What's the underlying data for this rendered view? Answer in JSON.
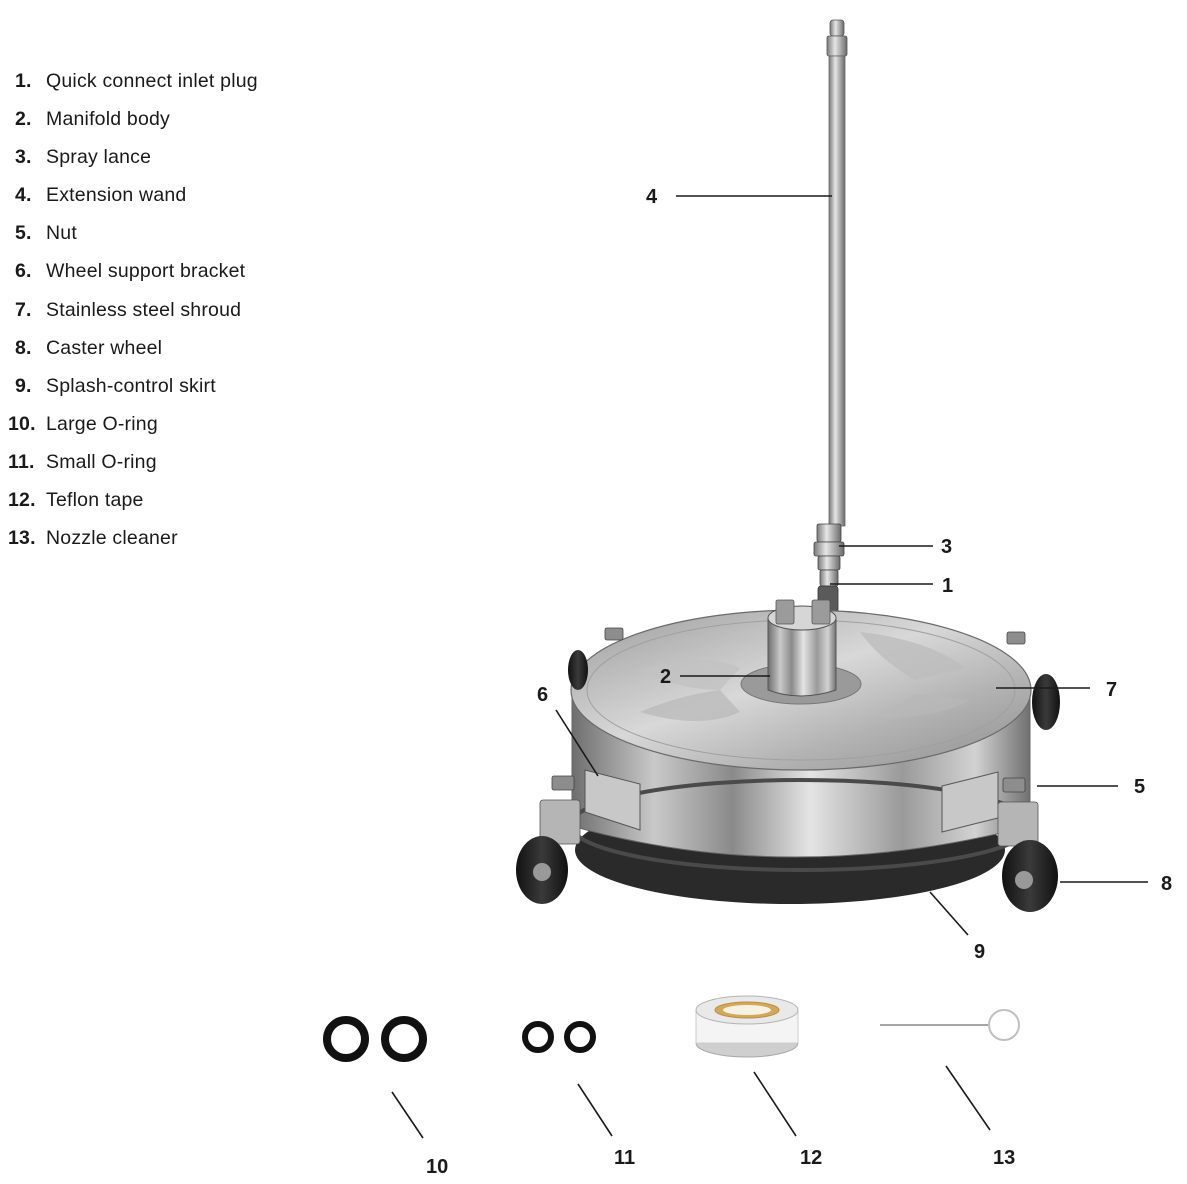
{
  "parts": [
    {
      "num": "1.",
      "label": "Quick connect inlet plug"
    },
    {
      "num": "2.",
      "label": "Manifold body"
    },
    {
      "num": "3.",
      "label": "Spray lance"
    },
    {
      "num": "4.",
      "label": "Extension wand"
    },
    {
      "num": "5.",
      "label": "Nut"
    },
    {
      "num": "6.",
      "label": "Wheel support bracket"
    },
    {
      "num": "7.",
      "label": "Stainless steel shroud"
    },
    {
      "num": "8.",
      "label": "Caster wheel"
    },
    {
      "num": "9.",
      "label": "Splash-control skirt"
    },
    {
      "num": "10.",
      "label": "Large O-ring"
    },
    {
      "num": "11.",
      "label": "Small O-ring"
    },
    {
      "num": "12.",
      "label": "Teflon tape"
    },
    {
      "num": "13.",
      "label": "Nozzle cleaner"
    }
  ],
  "callouts": {
    "c1": "1",
    "c2": "2",
    "c3": "3",
    "c4": "4",
    "c5": "5",
    "c6": "6",
    "c7": "7",
    "c8": "8",
    "c9": "9",
    "c10": "10",
    "c11": "11",
    "c12": "12",
    "c13": "13"
  }
}
